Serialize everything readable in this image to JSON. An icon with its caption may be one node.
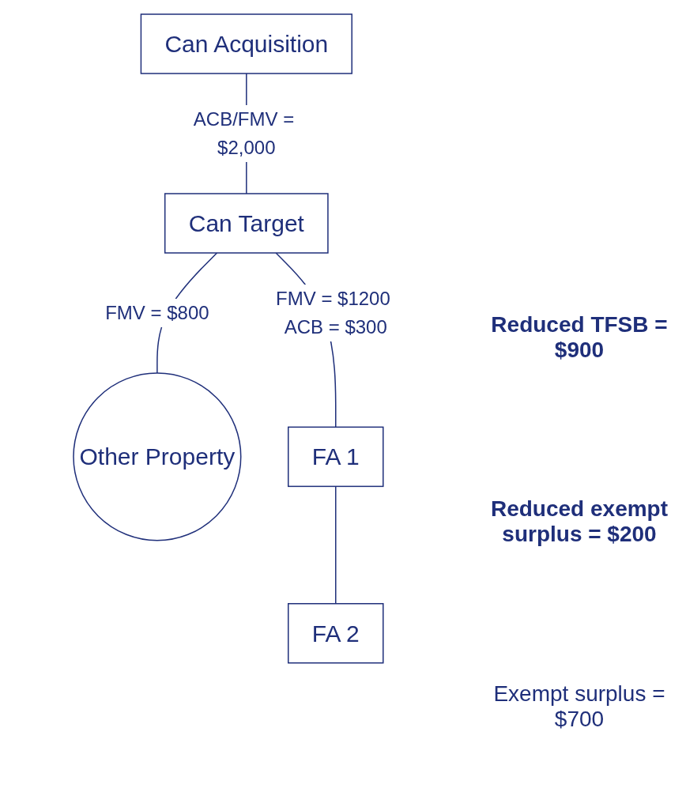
{
  "diagram": {
    "nodes": [
      {
        "text": [
          "Can Acquisition"
        ]
      },
      {
        "text": [
          "Can Target"
        ]
      },
      {
        "text": [
          "Other Property"
        ]
      },
      {
        "text": [
          "FA 1"
        ]
      },
      {
        "text": [
          "FA 2"
        ]
      }
    ],
    "edges": [
      {
        "from": 0,
        "to": 1,
        "arrow": "none",
        "label": "ACB/FMV = $2,000"
      },
      {
        "from": 1,
        "to": 2,
        "arrow": "none",
        "label": "FMV = $800"
      },
      {
        "from": 1,
        "to": 3,
        "arrow": "none",
        "label": "FMV = $1200 ACB = $300"
      },
      {
        "from": 3,
        "to": 4,
        "arrow": "none"
      }
    ],
    "labels": [
      "Reduced TFSB = $900",
      "Reduced exempt surplus = $200",
      "Exempt surplus = $700"
    ]
  }
}
